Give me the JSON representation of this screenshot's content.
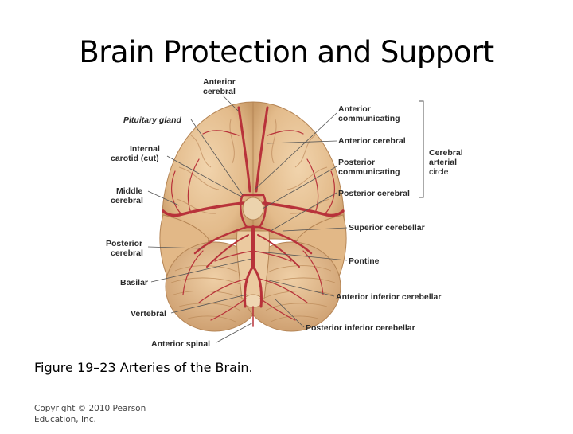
{
  "slide": {
    "title": "Brain Protection and Support",
    "caption": "Figure 19–23 Arteries of the Brain.",
    "copyright_line1": "Copyright © 2010 Pearson",
    "copyright_line2": "Education, Inc."
  },
  "figure": {
    "labels_left": {
      "pituitary_gland": "Pituitary gland",
      "internal_carotid_1": "Internal",
      "internal_carotid_2": "carotid (cut)",
      "middle_cerebral_1": "Middle",
      "middle_cerebral_2": "cerebral",
      "posterior_cerebral_1": "Posterior",
      "posterior_cerebral_2": "cerebral",
      "basilar": "Basilar",
      "vertebral": "Vertebral",
      "anterior_spinal": "Anterior spinal"
    },
    "labels_top": {
      "anterior_cerebral_1": "Anterior",
      "anterior_cerebral_2": "cerebral"
    },
    "labels_right": {
      "anterior_communicating_1": "Anterior",
      "anterior_communicating_2": "communicating",
      "anterior_cerebral": "Anterior cerebral",
      "posterior_communicating_1": "Posterior",
      "posterior_communicating_2": "communicating",
      "posterior_cerebral": "Posterior cerebral",
      "superior_cerebellar": "Superior cerebellar",
      "pontine": "Pontine",
      "anterior_inferior_cerebellar": "Anterior inferior cerebellar",
      "posterior_inferior_cerebellar": "Posterior inferior cerebellar"
    },
    "bracket_label": {
      "line1": "Cerebral",
      "line2": "arterial",
      "line3": "circle"
    },
    "colors": {
      "brain_tissue": "#e7c397",
      "brain_shadow": "#c99b68",
      "artery": "#b8323a",
      "leader_line": "#555555"
    }
  }
}
